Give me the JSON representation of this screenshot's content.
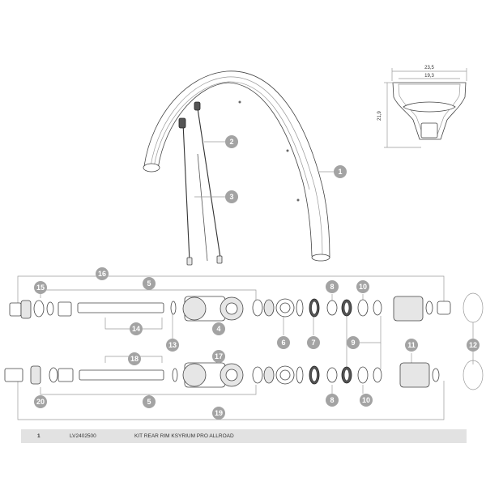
{
  "dimensions": {
    "outer_width": "23,5",
    "inner_width": "19,3",
    "height": "21,9"
  },
  "callouts": [
    "1",
    "2",
    "3",
    "4",
    "5",
    "6",
    "7",
    "8",
    "9",
    "10",
    "11",
    "12",
    "13",
    "14",
    "15",
    "16",
    "17",
    "18",
    "19",
    "20"
  ],
  "parts_table": [
    {
      "ref": "1",
      "code": "LV2402500",
      "description": "KIT REAR RIM KSYRIUM PRO ALLROAD"
    }
  ]
}
